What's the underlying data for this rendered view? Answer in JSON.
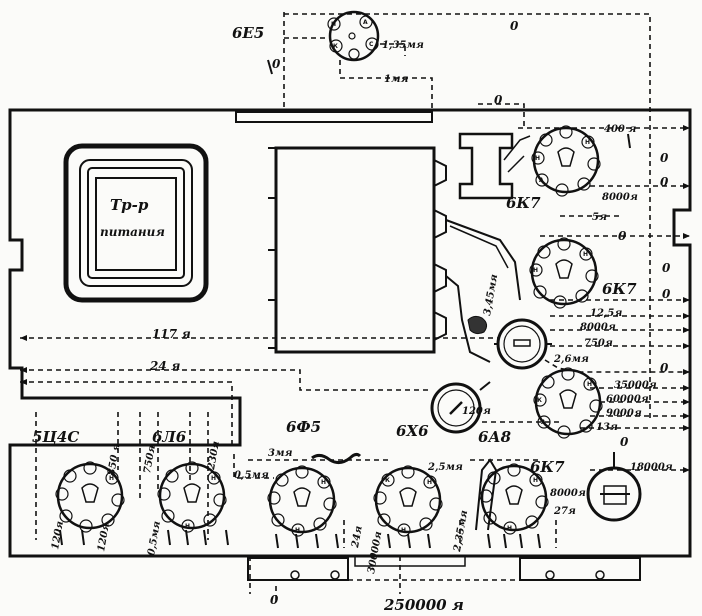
{
  "tubes": {
    "t6e5": "6Е5",
    "t6k7_top": "6К7",
    "t6k7_mid": "6К7",
    "t6a8": "6А8",
    "t6x6": "6Х6",
    "t6f5": "6Ф5",
    "t5c4s": "5Ц4С",
    "t6l6": "6Л6",
    "t6k7_bottom": "6К7"
  },
  "transformer": {
    "line1": "Тр-р",
    "line2": "питания"
  },
  "voltages": {
    "v_e5_a": "0",
    "v_e5_b": "0",
    "v_e5_res1": "1,35мя",
    "v_e5_res2": "1мя",
    "v_top0": "0",
    "v_400": "400 я",
    "v_r0a": "0",
    "v_r0b": "0",
    "v_8000a": "8000я",
    "v_5": "5я",
    "v_mid0": "0",
    "v_r0c": "0",
    "v_r0d": "0",
    "v_12_5": "12,5я",
    "v_8000b": "8000я",
    "v_750": "750я",
    "v_345": "3,45мя",
    "v_2_6": "2,6мя",
    "v_117": "117 я",
    "v_24": "24 я",
    "v_r0e": "0",
    "v_35000": "35000я",
    "v_60000": "60000я",
    "v_9000": "9000я",
    "v_13": "13я",
    "v_a8_0": "0",
    "v_120b": "120я",
    "v_3m": "3мя",
    "v_0_5m": "0,5мя",
    "v_2_5m": "2,5мя",
    "v_18000": "18000я",
    "v_850": "850 я",
    "v_750l": "750я",
    "v_230": "230я",
    "v_120a": "120я",
    "v_120c": "120я",
    "v_0_5": "0,5мя",
    "v_24b": "24я",
    "v_30000": "30000я",
    "v_235": "2,35мя",
    "v_8000c": "8000я",
    "v_27": "27я",
    "v_bot0": "0",
    "v_250000": "250000 я"
  }
}
